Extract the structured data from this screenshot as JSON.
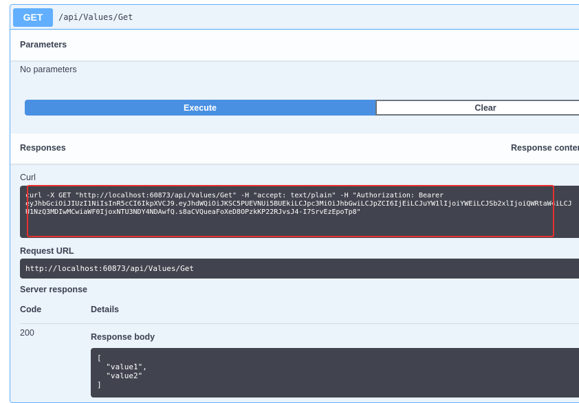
{
  "operation": {
    "method": "GET",
    "path": "/api/Values/Get"
  },
  "parameters": {
    "title": "Parameters",
    "empty_text": "No parameters"
  },
  "buttons": {
    "execute": "Execute",
    "clear": "Clear"
  },
  "responses": {
    "title": "Responses",
    "content_type_label": "Response conter"
  },
  "curl": {
    "label": "Curl",
    "command": "curl -X GET \"http://localhost:60873/api/Values/Get\" -H \"accept: text/plain\" -H \"Authorization: Bearer\neyJhbGciOiJIUzI1NiIsInR5cCI6IkpXVCJ9.eyJhdWQiOiJKSC5PUEVNUi5BUEkiLCJpc3MiOiJhbGwiLCJpZCI6IjEiLCJuYW1lIjoiYWEiLCJSb2xlIjoiQWRtaW4iLCJ\nU1NzQ3MDIwMCwiaWF0IjoxNTU3NDY4NDAwfQ.s8aCVQueaFoXeD8OPzkKP22RJvsJ4-I7SrvEzEpoTp8\""
  },
  "request_url": {
    "label": "Request URL",
    "value": "http://localhost:60873/api/Values/Get"
  },
  "server_response": {
    "label": "Server response",
    "code_header": "Code",
    "details_header": "Details",
    "status_code": "200",
    "body_label": "Response body",
    "body": "[\n  \"value1\",\n  \"value2\"\n]"
  },
  "colors": {
    "get_blue": "#61affe",
    "execute_blue": "#4990e2",
    "highlight_red": "#e8302e",
    "code_bg": "#41444e"
  }
}
